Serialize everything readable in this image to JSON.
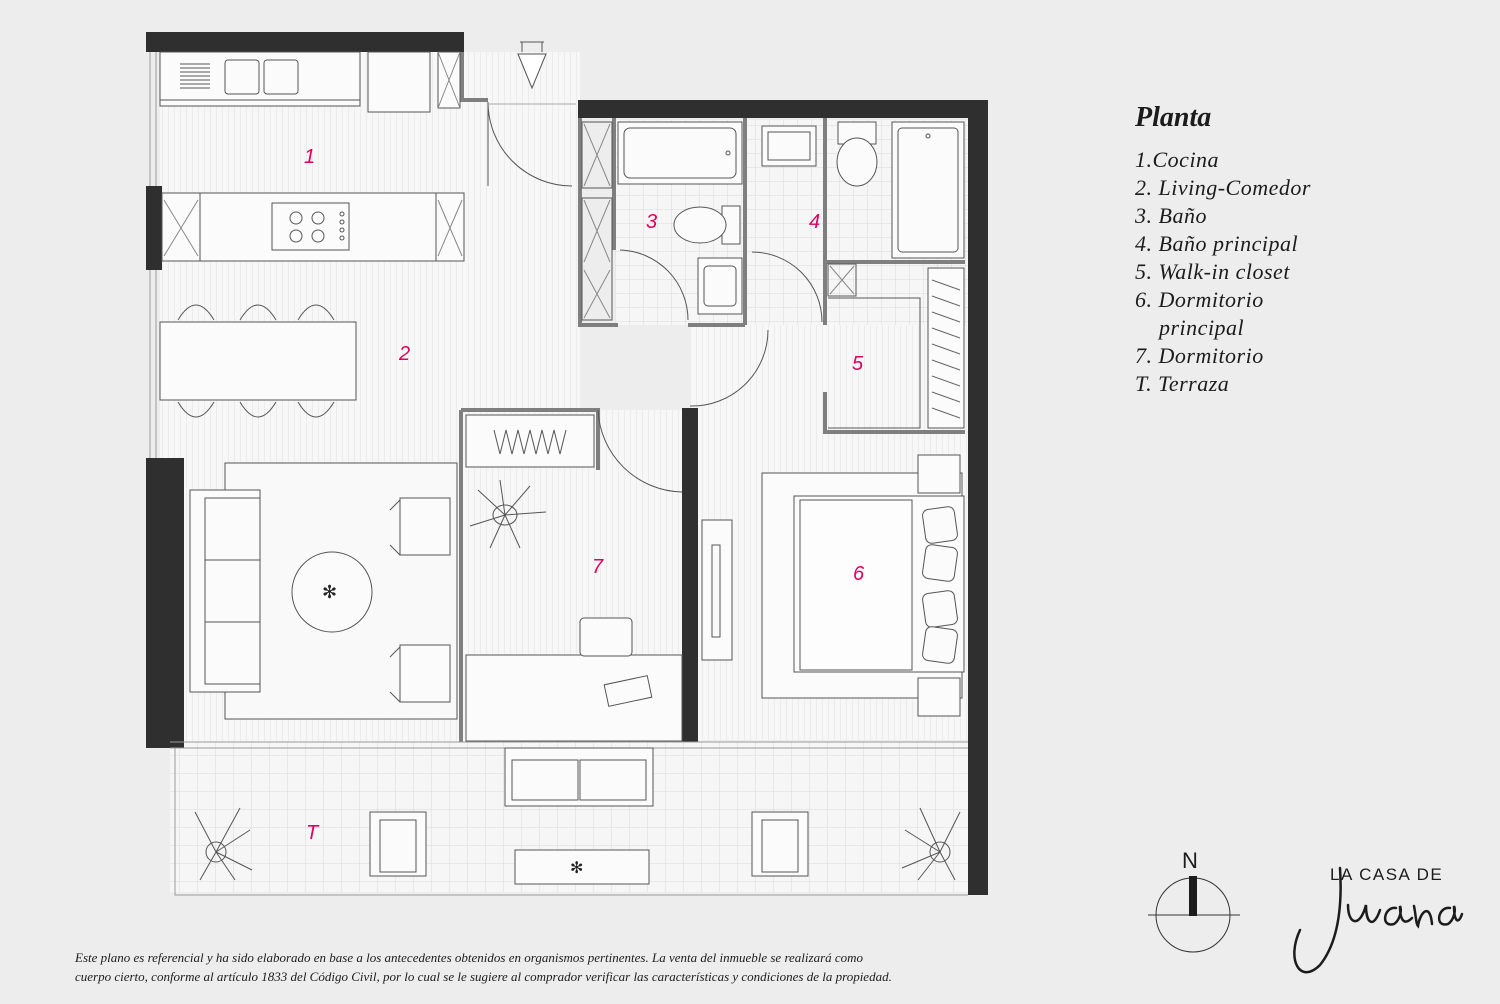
{
  "legend": {
    "title": "Planta",
    "items": [
      {
        "text": "1.Cocina"
      },
      {
        "text": "2. Living-Comedor"
      },
      {
        "text": "3. Baño"
      },
      {
        "text": "4. Baño principal"
      },
      {
        "text": "5. Walk-in closet"
      },
      {
        "text": "6. Dormitorio",
        "cont": "principal"
      },
      {
        "text": "7. Dormitorio"
      },
      {
        "text": "T. Terraza"
      }
    ]
  },
  "rooms": {
    "r1": "1",
    "r2": "2",
    "r3": "3",
    "r4": "4",
    "r5": "5",
    "r6": "6",
    "r7": "7",
    "rt": "T"
  },
  "compass": {
    "north": "N"
  },
  "brand": {
    "top": "LA CASA DE",
    "script": "Juana"
  },
  "disclaimer": {
    "line1": "Este plano es referencial y ha sido elaborado en base a los antecedentes obtenidos en organismos pertinentes.  La venta del inmueble se realizará como",
    "line2": "cuerpo cierto, conforme al artículo 1833 del Código Civil, por lo cual se le sugiere al comprador verificar las características y condiciones de la propiedad."
  },
  "colors": {
    "wall": "#2f2f2f",
    "label": "#e0005c",
    "background": "#ededed",
    "floor": "#f6f6f6"
  }
}
